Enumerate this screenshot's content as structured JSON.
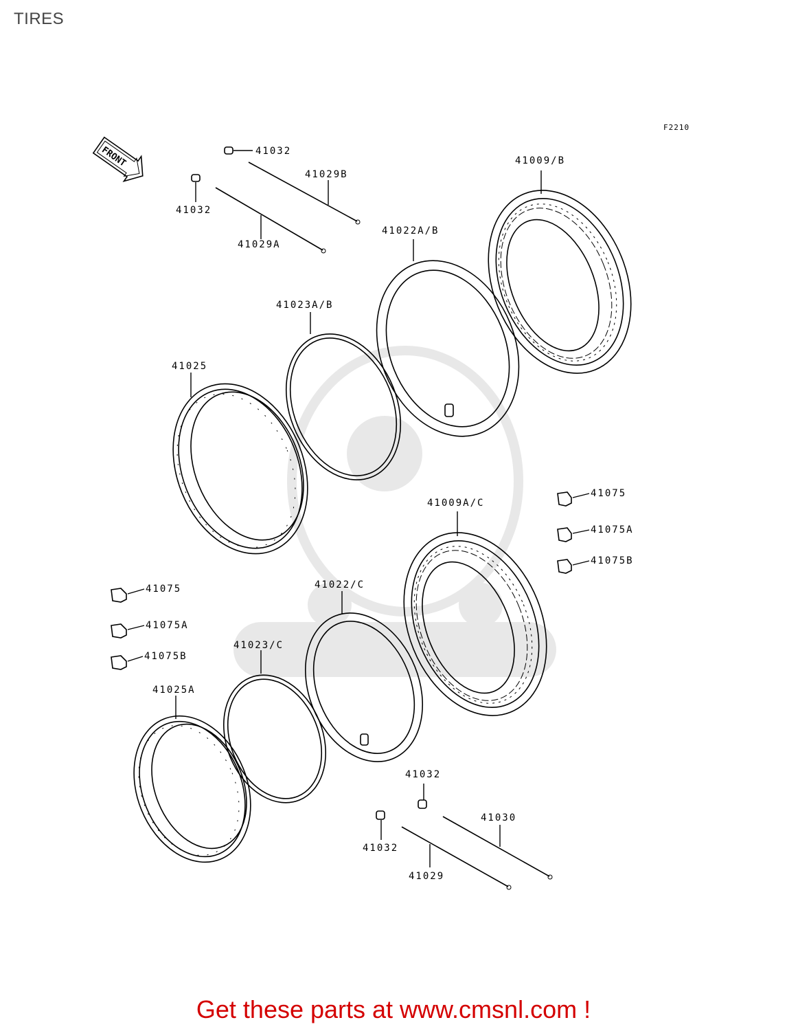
{
  "page": {
    "title": "TIRES",
    "footer_link": "Get these parts at www.cmsnl.com !"
  },
  "diagram": {
    "figure_code": "F2210",
    "front_arrow": "FRONT",
    "labels": {
      "p41032_a": "41032",
      "p41032_b": "41032",
      "p41029B": "41029B",
      "p41029A": "41029A",
      "p41009B": "41009/B",
      "p41022AB": "41022A/B",
      "p41023AB": "41023A/B",
      "p41025": "41025",
      "p41075_r": "41075",
      "p41075A_r": "41075A",
      "p41075B_r": "41075B",
      "p41009AC": "41009A/C",
      "p41075_l": "41075",
      "p41075A_l": "41075A",
      "p41075B_l": "41075B",
      "p41022C": "41022/C",
      "p41023C": "41023/C",
      "p41025A": "41025A",
      "p41032_c": "41032",
      "p41032_d": "41032",
      "p41030": "41030",
      "p41029": "41029"
    }
  }
}
